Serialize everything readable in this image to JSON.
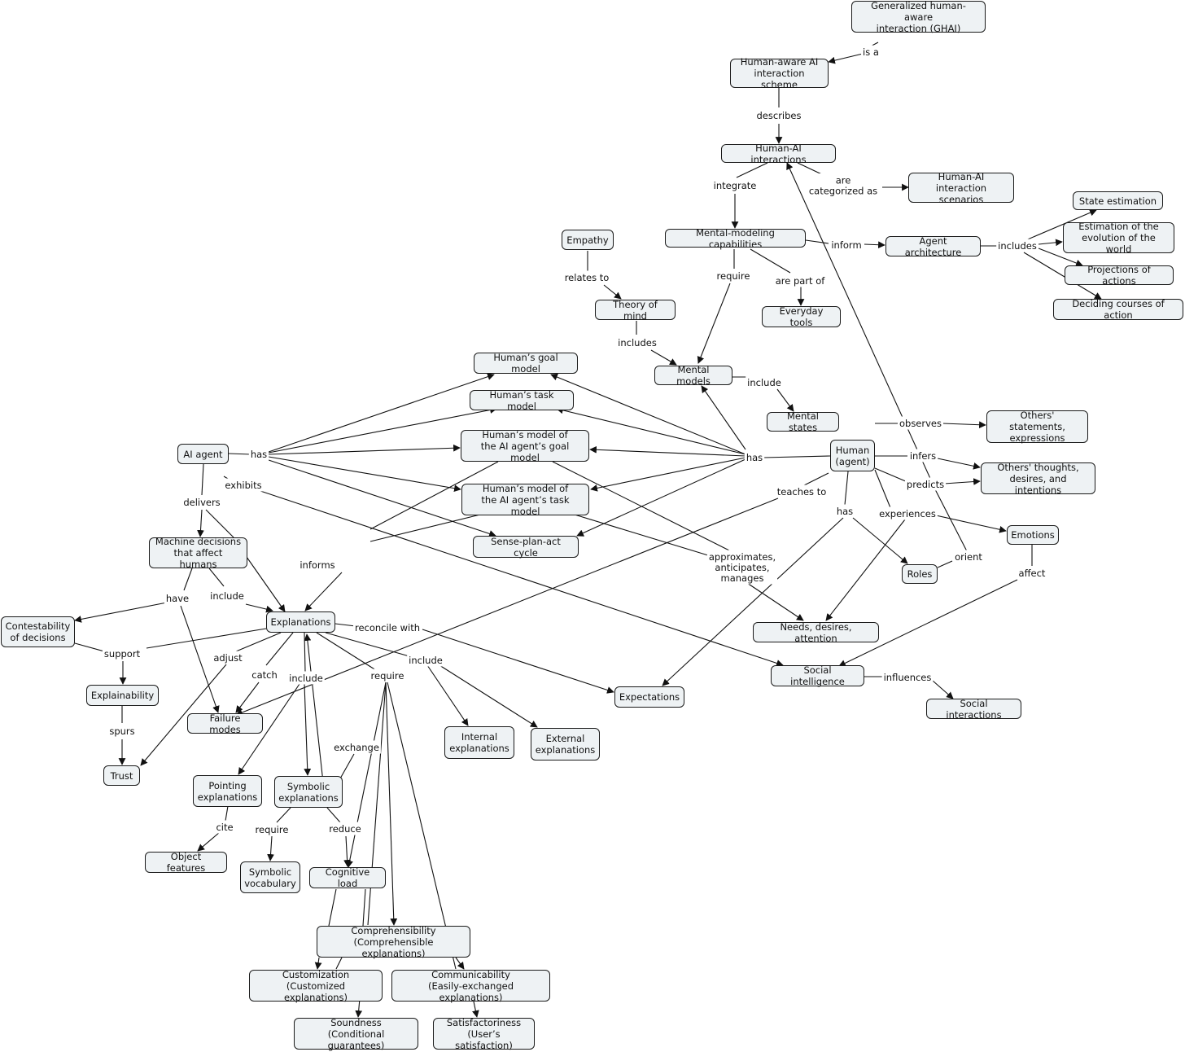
{
  "nodes": {
    "ghai": "Generalized human-aware\ninteraction (GHAI)",
    "scheme": "Human-aware AI\ninteraction scheme",
    "interactions": "Human-AI interactions",
    "scenarios": "Human-AI\ninteraction scenarios",
    "mental_cap": "Mental-modeling capabilities",
    "agent_arch": "Agent architecture",
    "state_est": "State estimation",
    "est_evol": "Estimation of the\nevolution of the world",
    "proj_actions": "Projections of actions",
    "deciding": "Deciding courses of action",
    "empathy": "Empathy",
    "theory_mind": "Theory of mind",
    "everyday_tools": "Everyday tools",
    "mental_models": "Mental models",
    "mental_states": "Mental states",
    "goal_model": "Human’s goal model",
    "task_model": "Human’s task model",
    "model_goal": "Human’s model of\nthe AI agent’s goal model",
    "model_task": "Human’s model of\nthe AI agent’s task model",
    "spa": "Sense-plan-act cycle",
    "ai_agent": "AI agent",
    "human": "Human\n(agent)",
    "others_statements": "Others' statements,\nexpressions",
    "others_thoughts": "Others' thoughts,\ndesires, and intentions",
    "emotions": "Emotions",
    "roles": "Roles",
    "needs": "Needs, desires, attention",
    "social_int": "Social intelligence",
    "social_interactions": "Social interactions",
    "expectations": "Expectations",
    "machine_decisions": "Machine decisions\nthat affect humans",
    "explanations": "Explanations",
    "contestability": "Contestability\nof decisions",
    "explainability": "Explainability",
    "trust": "Trust",
    "failure_modes": "Failure modes",
    "internal_exp": "Internal\nexplanations",
    "external_exp": "External\nexplanations",
    "pointing_exp": "Pointing\nexplanations",
    "symbolic_exp": "Symbolic\nexplanations",
    "object_features": "Object features",
    "symbolic_vocab": "Symbolic\nvocabulary",
    "cognitive_load": "Cognitive load",
    "comprehensibility": "Comprehensibility\n(Comprehensible explanations)",
    "customization": "Customization\n(Customized explanations)",
    "communicability": "Communicability\n(Easily-exchanged explanations)",
    "soundness": "Soundness\n(Conditional guarantees)",
    "satisfactoriness": "Satisfactoriness\n(User’s satisfaction)"
  },
  "edge_labels": {
    "is_a": "is a",
    "describes": "describes",
    "integrate": "integrate",
    "categorized": "are\ncategorized as",
    "inform": "inform",
    "includes_arch": "includes",
    "require_mm": "require",
    "part_of": "are part of",
    "relates_to": "relates to",
    "includes_tom": "includes",
    "include_ms": "include",
    "has_ai": "has",
    "has_human": "has",
    "exhibits": "exhibits",
    "delivers": "delivers",
    "observes": "observes",
    "infers": "infers",
    "predicts": "predicts",
    "teaches_to": "teaches to",
    "has_roles": "has",
    "experiences": "experiences",
    "orient": "orient",
    "affect": "affect",
    "influences": "influences",
    "approximates": "approximates,\nanticipates,\nmanages",
    "informs": "informs",
    "have": "have",
    "include_md": "include",
    "reconcile": "reconcile with",
    "support": "support",
    "adjust": "adjust",
    "catch": "catch",
    "include_exp": "include",
    "require_exp": "require",
    "include_int": "include",
    "exchange": "exchange",
    "spurs": "spurs",
    "cite": "cite",
    "require_sym": "require",
    "reduce": "reduce"
  }
}
